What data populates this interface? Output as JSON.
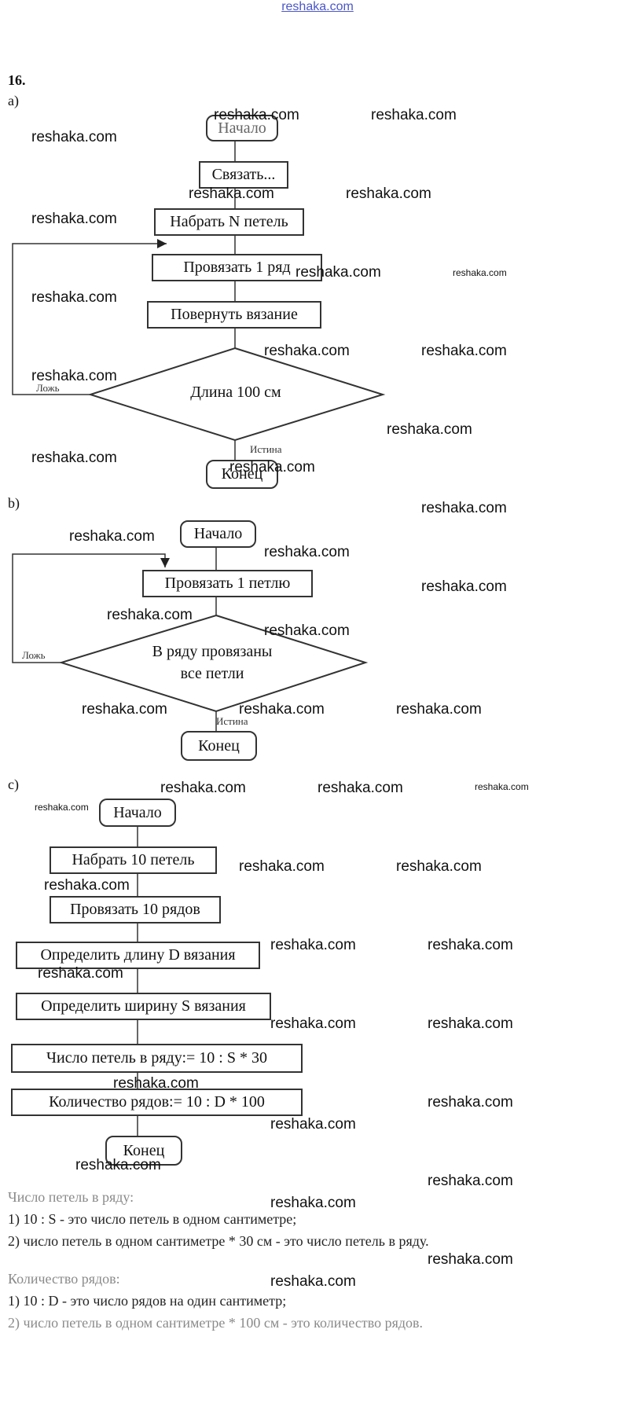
{
  "header": {
    "site": "reshaka.com"
  },
  "problem_number": "16.",
  "sections": {
    "a": "а)",
    "b": "b)",
    "c": "c)"
  },
  "flow_a": {
    "start": "Начало",
    "step1": "Связать...",
    "step2": "Набрать N петель",
    "step3": "Провязать 1 ряд",
    "step4": "Повернуть вязание",
    "decision": "Длина 100 см",
    "false_label": "Ложь",
    "true_label": "Истина",
    "end": "Конец"
  },
  "flow_b": {
    "start": "Начало",
    "step1": "Провязать 1 петлю",
    "decision_line1": "В ряду провязаны",
    "decision_line2": "все петли",
    "false_label": "Ложь",
    "true_label": "Истина",
    "end": "Конец"
  },
  "flow_c": {
    "start": "Начало",
    "step1": "Набрать 10 петель",
    "step2": "Провязать 10 рядов",
    "step3": "Определить длину D вязания",
    "step4": "Определить ширину S вязания",
    "step5": "Число петель в ряду:= 10 : S * 30",
    "step6": "Количество рядов:= 10 : D * 100",
    "end": "Конец"
  },
  "notes": {
    "loops_title": "Число петель в ряду:",
    "loops_1": "1) 10 : S - это число петель в одном сантиметре;",
    "loops_2": "2) число петель в одном сантиметре * 30 см - это число петель в ряду.",
    "rows_title": "Количество рядов:",
    "rows_1": "1) 10 : D - это число рядов на один сантиметр;",
    "rows_2": "2) число петель в одном сантиметре * 100 см - это количество рядов."
  },
  "watermark": "reshaka.com"
}
